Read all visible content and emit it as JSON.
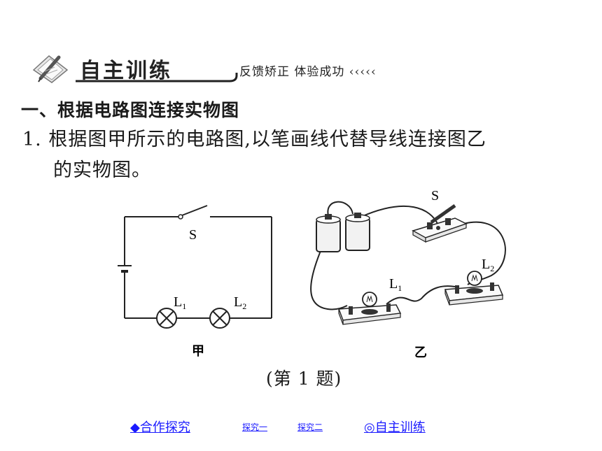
{
  "banner": {
    "icon": "pen-paper-icon",
    "title": "自主训练",
    "subtitle": "反馈矫正 体验成功 ‹‹‹‹‹"
  },
  "section_heading": "一、根据电路图连接实物图",
  "question": {
    "line1": "1. 根据图甲所示的电路图,以笔画线代替导线连接图乙",
    "line2": "的实物图。"
  },
  "figure_a": {
    "switch_label": "S",
    "lamp1_label": "L",
    "lamp1_sub": "1",
    "lamp2_label": "L",
    "lamp2_sub": "2",
    "caption": "甲"
  },
  "figure_b": {
    "switch_label": "S",
    "lamp1_label": "L",
    "lamp1_sub": "1",
    "lamp2_label": "L",
    "lamp2_sub": "2",
    "caption": "乙"
  },
  "figure_caption": "(第 1 题)",
  "nav": {
    "cooperate": "◆合作探究",
    "explore1": "探究一",
    "explore2": "探究二",
    "self_training": "◎自主训练"
  },
  "colors": {
    "link": "#1a1aff",
    "ink": "#1a1a1a"
  }
}
